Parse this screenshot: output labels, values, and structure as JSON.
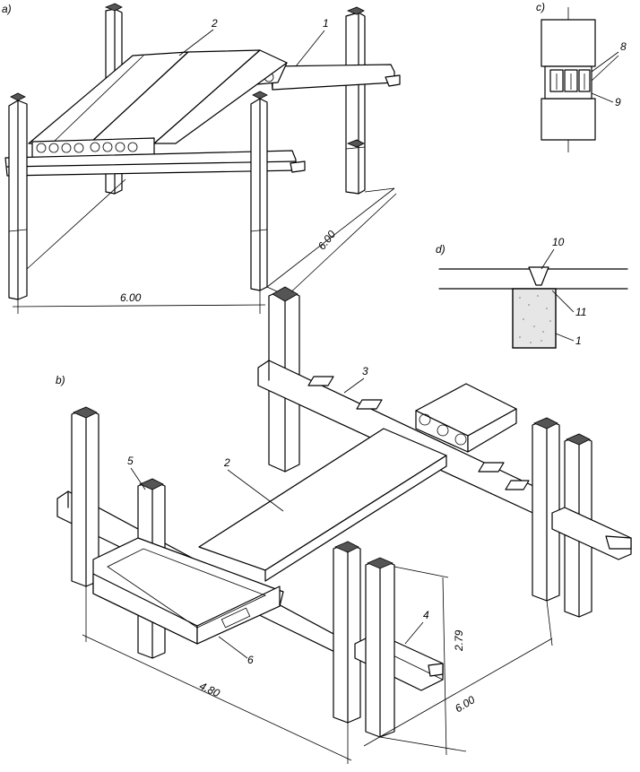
{
  "panels": {
    "a": "a)",
    "b": "b)",
    "c": "c)",
    "d": "d)"
  },
  "callouts": {
    "a": [
      "1",
      "2"
    ],
    "b": [
      "2",
      "3",
      "4",
      "5",
      "6"
    ],
    "c": [
      "8",
      "9"
    ],
    "d": [
      "10",
      "11",
      "1"
    ]
  },
  "dimensions": {
    "a_width": "6.00",
    "a_depth": "6.00",
    "b_width": "4.80",
    "b_depth": "6.00",
    "b_height": "2.79"
  }
}
